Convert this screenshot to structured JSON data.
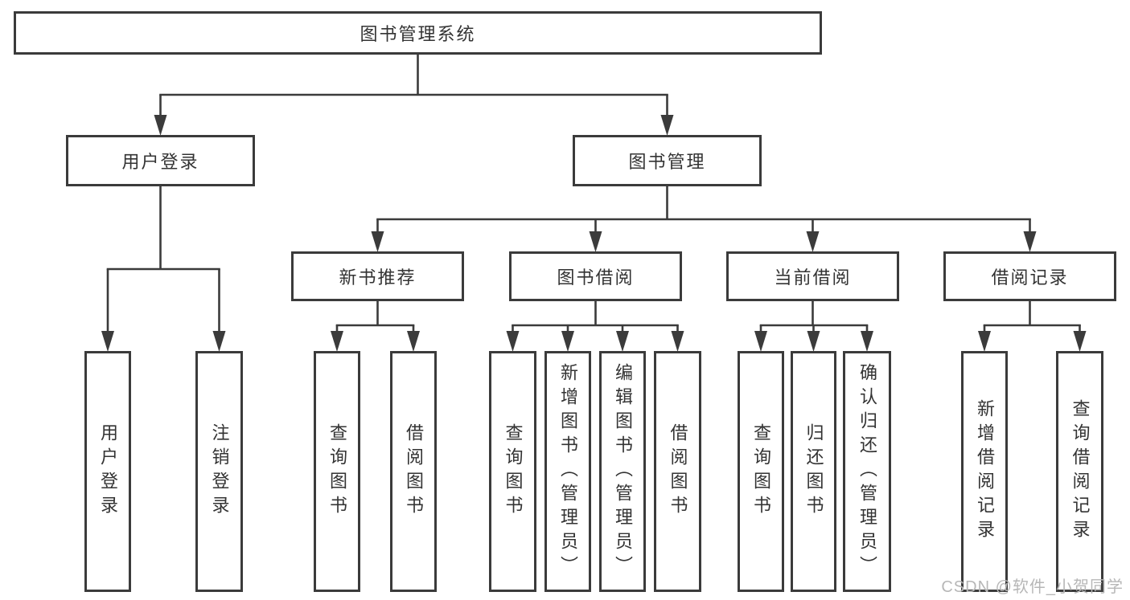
{
  "title": "图书管理系统",
  "watermark": "CSDN @软件_小贺同学",
  "colors": {
    "line": "#3b3b3b",
    "text": "#333333",
    "background": "#ffffff",
    "watermark": "#b7b7b7"
  },
  "nodes": [
    {
      "id": "root",
      "label": "图书管理系统",
      "parent": null
    },
    {
      "id": "login",
      "label": "用户登录",
      "parent": "root"
    },
    {
      "id": "mgmt",
      "label": "图书管理",
      "parent": "root"
    },
    {
      "id": "user-login",
      "label": "用户登录",
      "parent": "login"
    },
    {
      "id": "logout",
      "label": "注销登录",
      "parent": "login"
    },
    {
      "id": "recommend",
      "label": "新书推荐",
      "parent": "mgmt"
    },
    {
      "id": "borrow",
      "label": "图书借阅",
      "parent": "mgmt"
    },
    {
      "id": "current",
      "label": "当前借阅",
      "parent": "mgmt"
    },
    {
      "id": "records",
      "label": "借阅记录",
      "parent": "mgmt"
    },
    {
      "id": "rec-query",
      "label": "查询图书",
      "parent": "recommend"
    },
    {
      "id": "rec-borrow",
      "label": "借阅图书",
      "parent": "recommend"
    },
    {
      "id": "bor-query",
      "label": "查询图书",
      "parent": "borrow"
    },
    {
      "id": "bor-add",
      "label": "新增图书（管理员）",
      "parent": "borrow"
    },
    {
      "id": "bor-edit",
      "label": "编辑图书（管理员）",
      "parent": "borrow"
    },
    {
      "id": "bor-lend",
      "label": "借阅图书",
      "parent": "borrow"
    },
    {
      "id": "cur-query",
      "label": "查询图书",
      "parent": "current"
    },
    {
      "id": "cur-return",
      "label": "归还图书",
      "parent": "current"
    },
    {
      "id": "cur-confirm",
      "label": "确认归还（管理员）",
      "parent": "current"
    },
    {
      "id": "rec2-add",
      "label": "新增借阅记录",
      "parent": "records"
    },
    {
      "id": "rec2-query",
      "label": "查询借阅记录",
      "parent": "records"
    }
  ]
}
